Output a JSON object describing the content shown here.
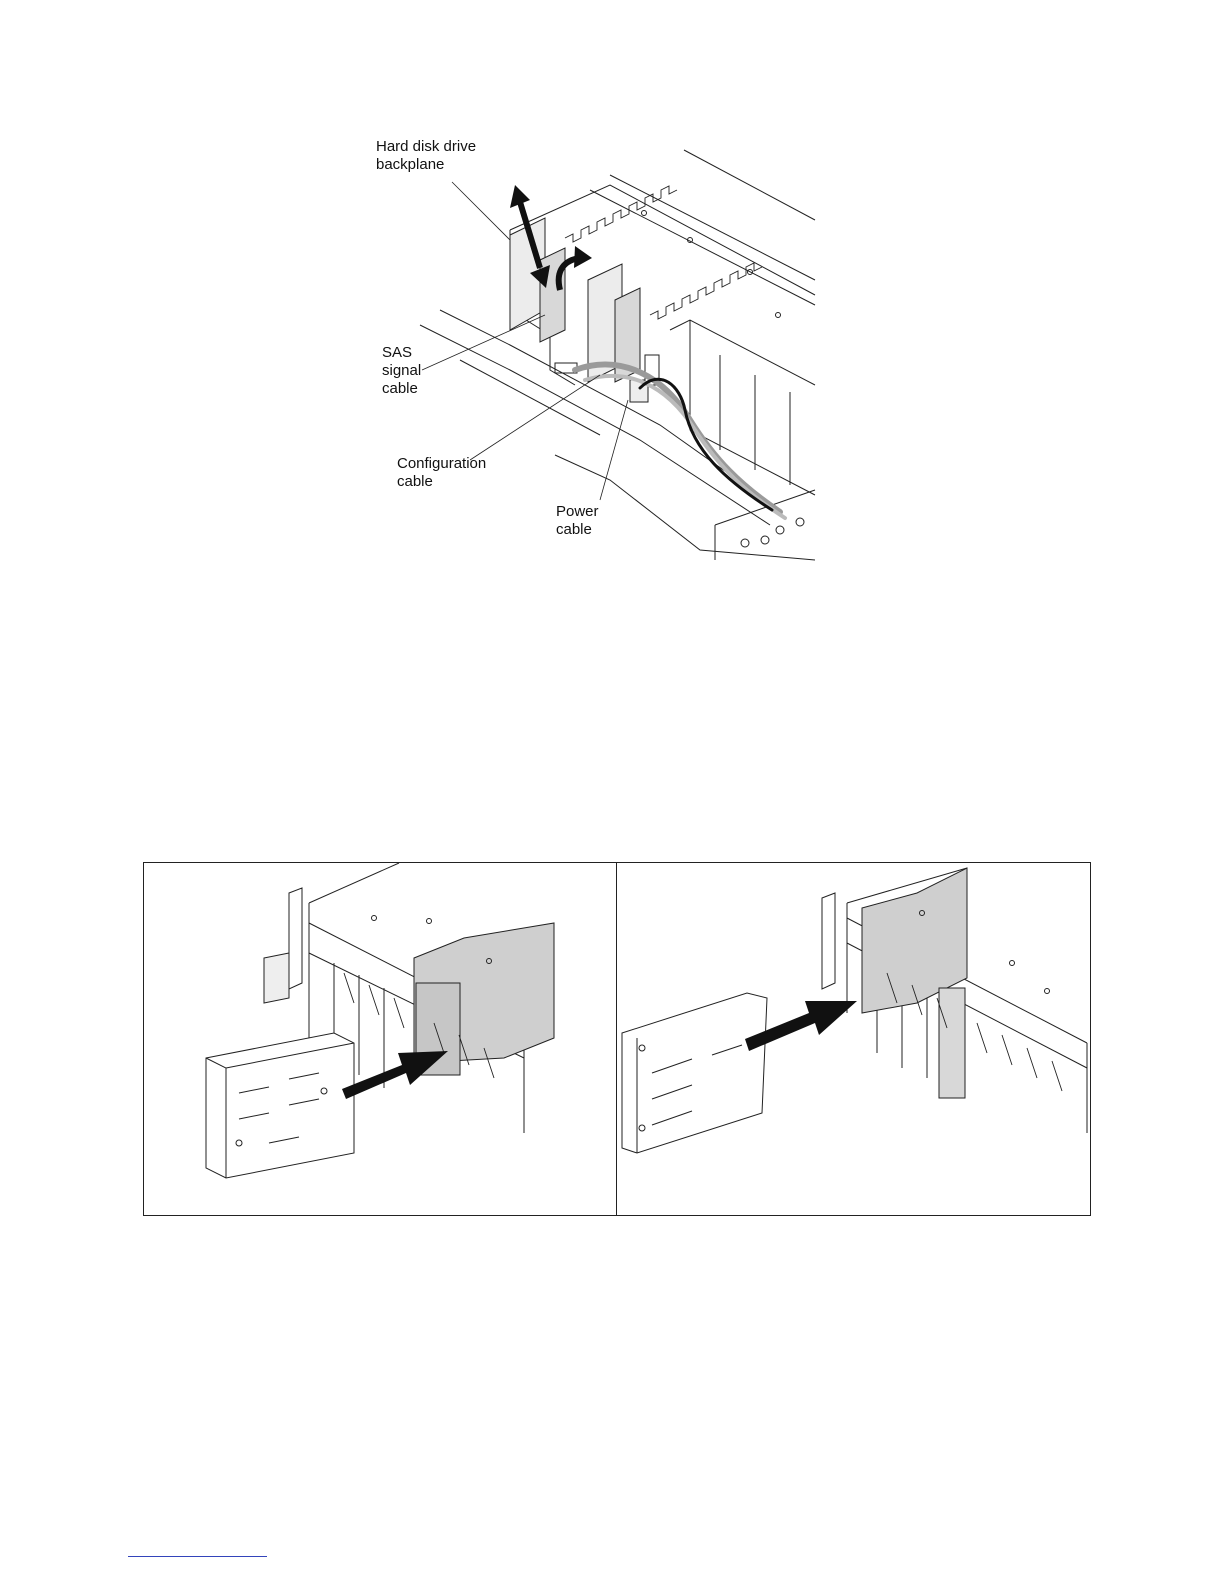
{
  "figure1": {
    "labels": {
      "backplane": "Hard disk drive\nbackplane",
      "sas": "SAS\nsignal\ncable",
      "config": "Configuration\ncable",
      "power": "Power\ncable"
    }
  },
  "colors": {
    "line": "#222222",
    "shade": "#cccccc",
    "arrow": "#111111",
    "footer_rule": "#3344bb"
  }
}
